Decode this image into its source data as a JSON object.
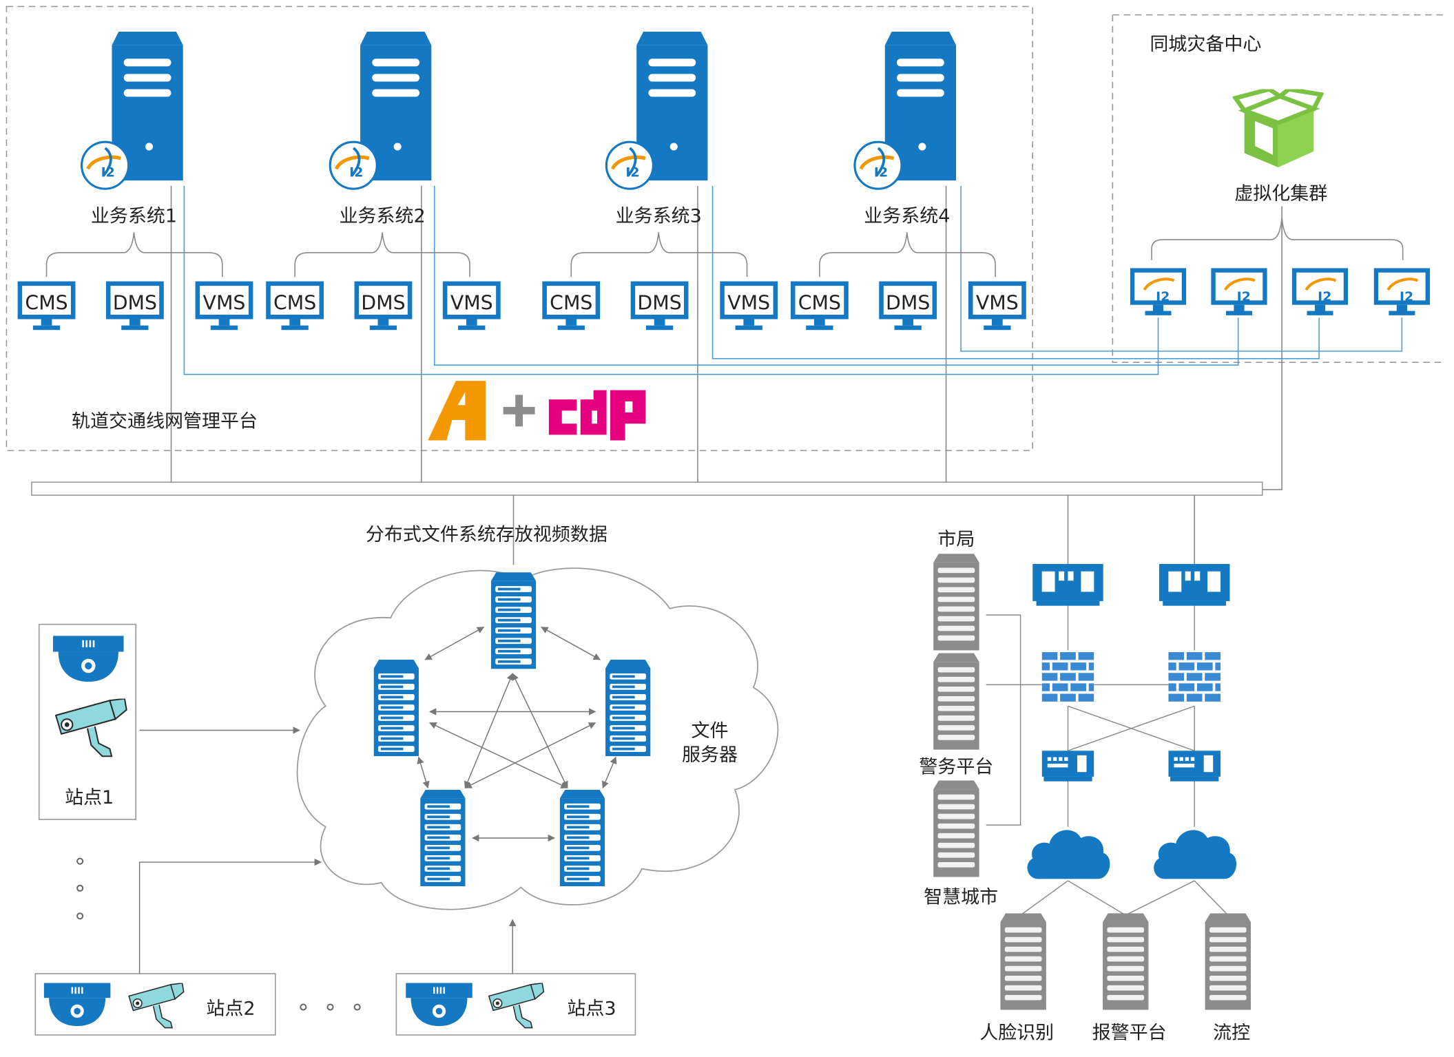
{
  "platform": {
    "label": "轨道交通线网管理平台",
    "systems": [
      {
        "name": "业务系统1",
        "badge": "I2",
        "clients": [
          "CMS",
          "DMS",
          "VMS"
        ]
      },
      {
        "name": "业务系统2",
        "badge": "I2",
        "clients": [
          "CMS",
          "DMS",
          "VMS"
        ]
      },
      {
        "name": "业务系统3",
        "badge": "I2",
        "clients": [
          "CMS",
          "DMS",
          "VMS"
        ]
      },
      {
        "name": "业务系统4",
        "badge": "I2",
        "clients": [
          "CMS",
          "DMS",
          "VMS"
        ]
      }
    ]
  },
  "dr_center": {
    "title": "同城灾备中心",
    "cluster_label": "虚拟化集群",
    "monitor_badge": "I2"
  },
  "storage": {
    "title": "分布式文件系统存放视频数据",
    "file_server_label": [
      "文件",
      "服务器"
    ]
  },
  "sites": {
    "site1": "站点1",
    "site2": "站点2",
    "site3": "站点3",
    "ellipsis": "• • •"
  },
  "external": {
    "city_bureau": "市局",
    "police_platform": "警务平台",
    "smart_city": "智慧城市",
    "face_recognition": "人脸识别",
    "alarm_platform": "报警平台",
    "flow_control": "流控"
  },
  "colors": {
    "blue": "#1478c3",
    "line_blue": "#4a9fd6",
    "gray": "#8c8c8c",
    "green": "#7cc242",
    "orange": "#f39800",
    "magenta": "#e4007f"
  }
}
